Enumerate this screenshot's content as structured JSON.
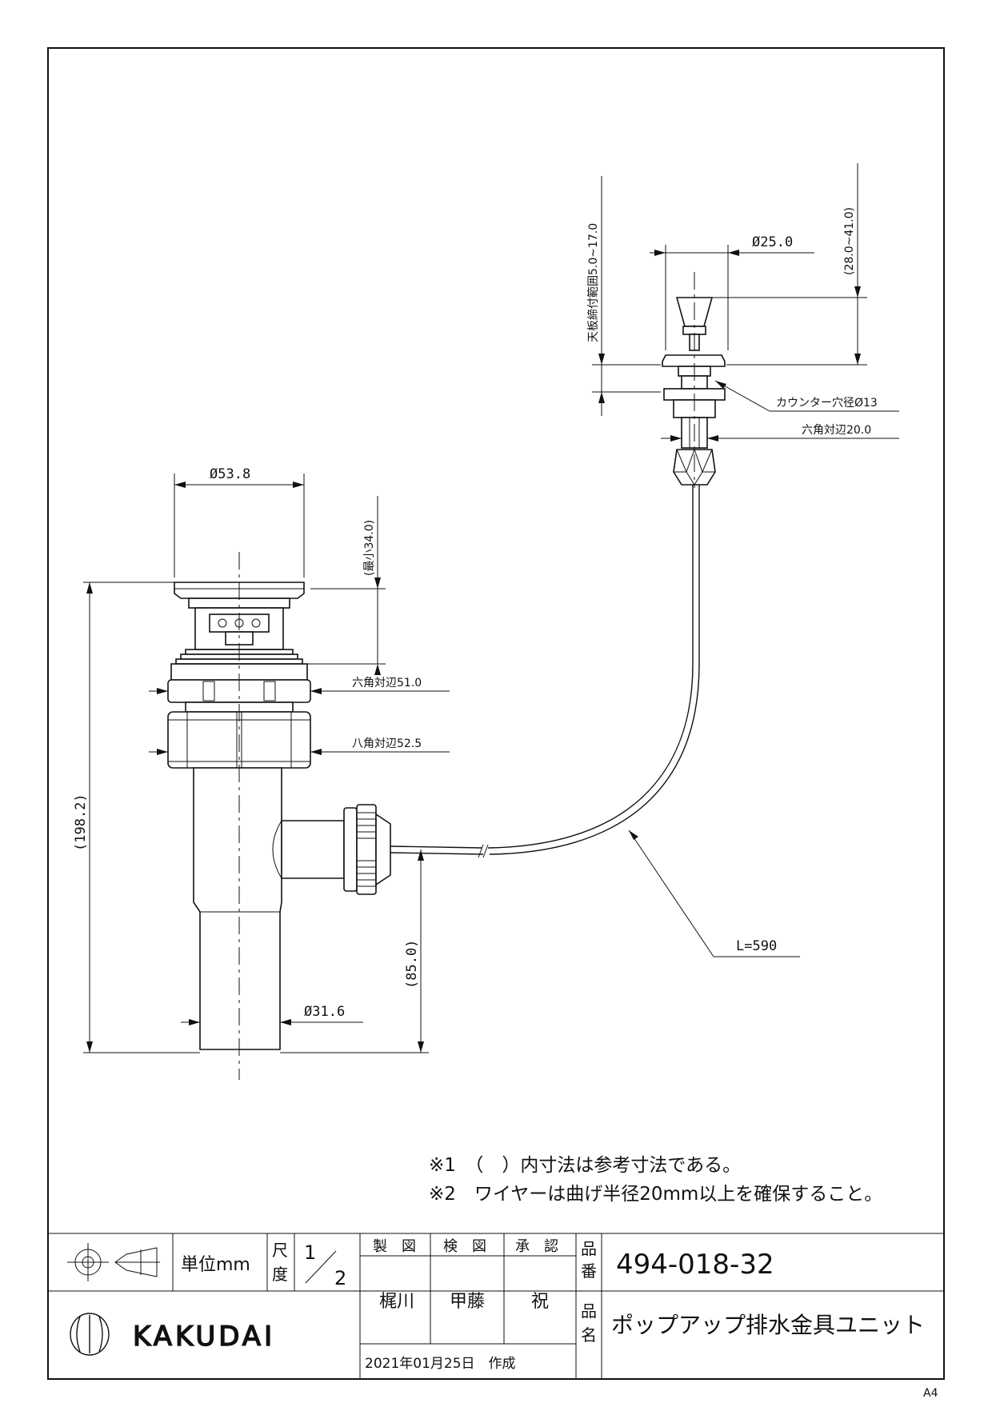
{
  "drawing": {
    "dimensions": {
      "dia_flange": "Ø53.8",
      "min_height": "(最小34.0)",
      "hex_51": "六角対辺51.0",
      "oct_52": "八角対辺52.5",
      "overall_height": "(198.2)",
      "outlet_height": "(85.0)",
      "dia_tail": "Ø31.6",
      "wire_length": "L=590",
      "dia_knob": "Ø25.0",
      "counter_range": "天板締付範囲5.0~17.0",
      "knob_height": "(28.0~41.0)",
      "counter_hole": "カウンター穴径Ø13",
      "hex_20": "六角対辺20.0"
    },
    "notes": [
      "※1　（　）内寸法は参考寸法である。",
      "※2　ワイヤーは曲げ半径20mm以上を確保すること。"
    ]
  },
  "title_block": {
    "unit_label": "単位mm",
    "scale_label_1": "尺",
    "scale_label_2": "度",
    "scale_num": "1",
    "scale_den": "2",
    "made_label": "製　図",
    "check_label": "検　図",
    "approve_label": "承　認",
    "made_name": "梶川",
    "check_name": "甲藤",
    "approve_name": "祝",
    "date": "2021年01月25日　作成",
    "part_no_label_1": "品",
    "part_no_label_2": "番",
    "part_no": "494-018-32",
    "part_name_label_1": "品",
    "part_name_label_2": "名",
    "part_name": "ポップアップ排水金具ユニット",
    "brand": "KAKUDAI",
    "paper_size": "A4"
  },
  "icons": {
    "projection_symbol": "third-angle-projection-icon",
    "logo": "kakudai-logo-icon"
  }
}
